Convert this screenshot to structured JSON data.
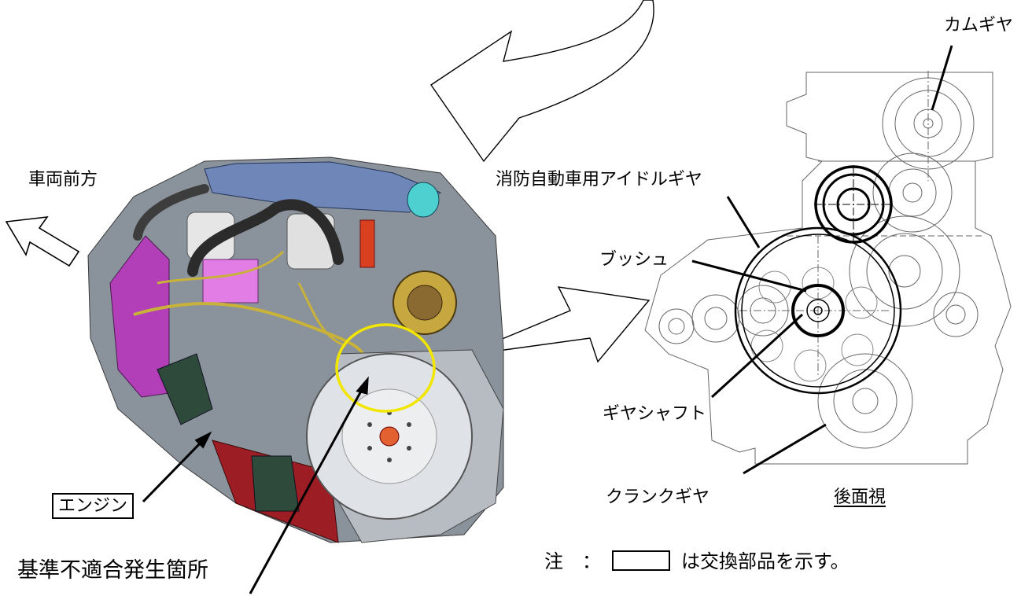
{
  "labels": {
    "vehicle_front": "車両前方",
    "engine": "エンジン",
    "nonconformity_location": "基準不適合発生箇所",
    "idle_gear": "消防自動車用アイドルギヤ",
    "bush": "ブッシュ",
    "gear_shaft": "ギヤシャフト",
    "cam_gear": "カムギヤ",
    "crank_gear": "クランクギヤ",
    "rear_view": "後面視"
  },
  "note": {
    "prefix": "注　：",
    "suffix": "は交換部品を示す。"
  },
  "colors": {
    "highlight_circle": "#f2e600",
    "engine_block": "#7f8c99",
    "rocker_cover": "#6f86b8",
    "oil_pan": "#9c1d24",
    "flywheel": "#dfe2e6",
    "clutch_housing": "#b23fb8",
    "fuel_lines": "#c9b23a",
    "hoses": "#2b2b2b"
  },
  "icons": [
    "curved-arrow-icon",
    "front-arrow-icon",
    "pointer-arrow-icon"
  ]
}
